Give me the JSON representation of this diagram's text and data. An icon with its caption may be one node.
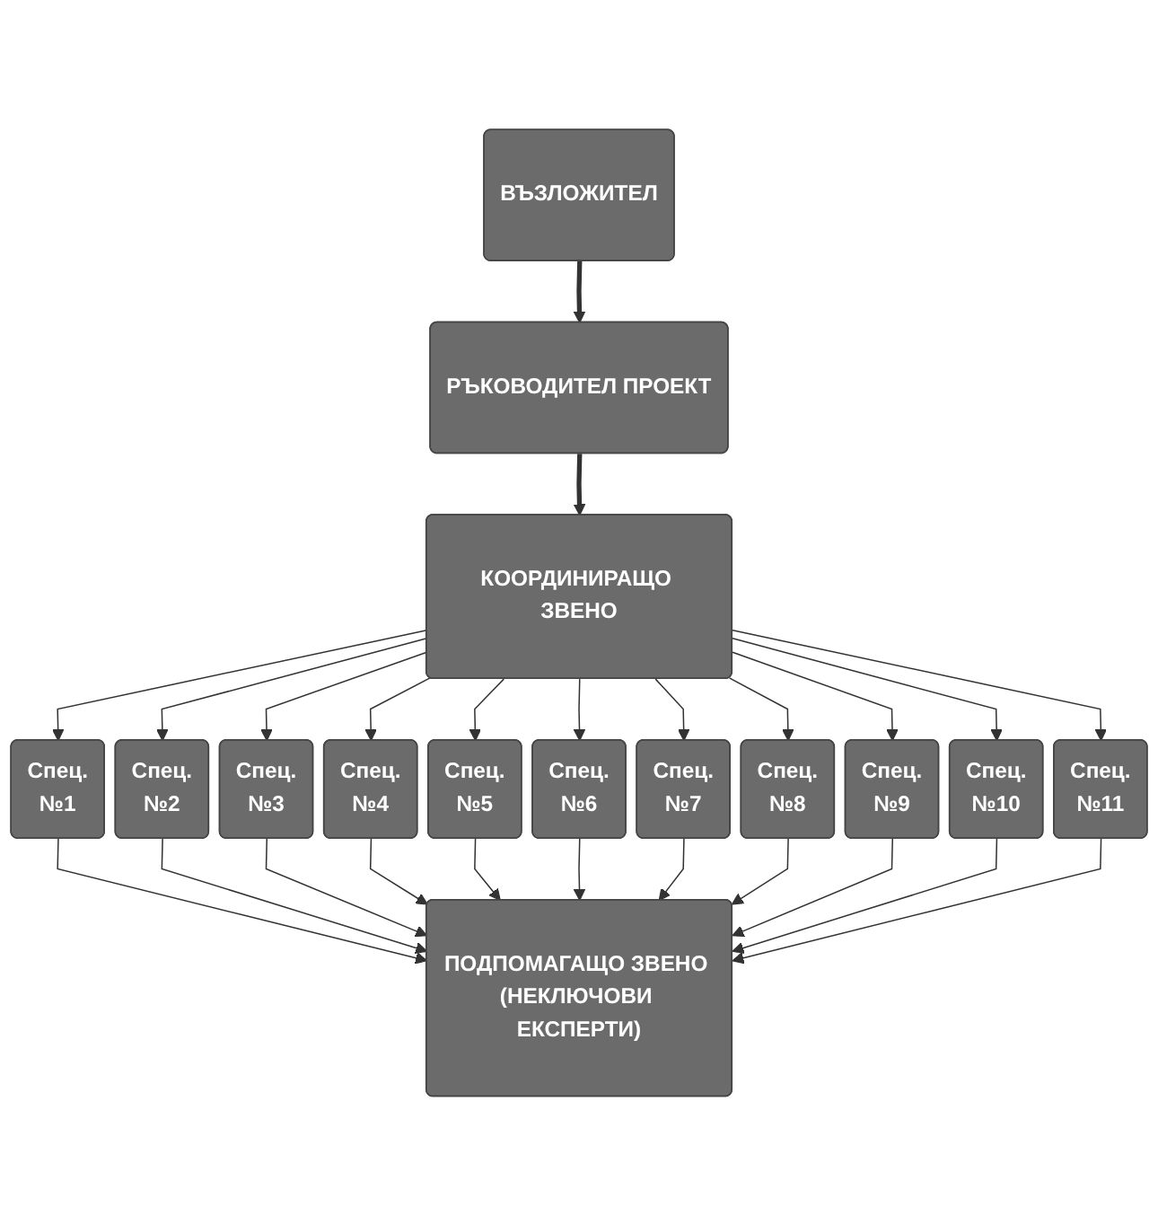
{
  "diagram": {
    "nodes": [
      {
        "text": [
          "ВЪЗЛОЖИТЕЛ"
        ]
      },
      {
        "text": [
          "РЪКОВОДИТЕЛ ПРОЕКТ"
        ]
      },
      {
        "text": [
          "КООРДИНИРАЩО ЗВЕНО"
        ]
      },
      {
        "text": [
          "Спец.",
          "№1"
        ]
      },
      {
        "text": [
          "Спец.",
          "№2"
        ]
      },
      {
        "text": [
          "Спец.",
          "№3"
        ]
      },
      {
        "text": [
          "Спец.",
          "№4"
        ]
      },
      {
        "text": [
          "Спец.",
          "№5"
        ]
      },
      {
        "text": [
          "Спец.",
          "№6"
        ]
      },
      {
        "text": [
          "Спец.",
          "№7"
        ]
      },
      {
        "text": [
          "Спец.",
          "№8"
        ]
      },
      {
        "text": [
          "Спец.",
          "№9"
        ]
      },
      {
        "text": [
          "Спец.",
          "№10"
        ]
      },
      {
        "text": [
          "Спец.",
          "№11"
        ]
      },
      {
        "text": [
          "ПОДПОМАГАЩО ЗВЕНО (НЕКЛЮЧОВИ ЕКСПЕРТИ)"
        ]
      }
    ],
    "edges": [
      {
        "from": 0,
        "to": 1,
        "arrow": "to",
        "style": "thick"
      },
      {
        "from": 1,
        "to": 2,
        "arrow": "to",
        "style": "thick"
      },
      {
        "from": 2,
        "to": 3,
        "arrow": "to"
      },
      {
        "from": 2,
        "to": 4,
        "arrow": "to"
      },
      {
        "from": 2,
        "to": 5,
        "arrow": "to"
      },
      {
        "from": 2,
        "to": 6,
        "arrow": "to"
      },
      {
        "from": 2,
        "to": 7,
        "arrow": "to"
      },
      {
        "from": 2,
        "to": 8,
        "arrow": "to"
      },
      {
        "from": 2,
        "to": 9,
        "arrow": "to"
      },
      {
        "from": 2,
        "to": 10,
        "arrow": "to"
      },
      {
        "from": 2,
        "to": 11,
        "arrow": "to"
      },
      {
        "from": 2,
        "to": 12,
        "arrow": "to"
      },
      {
        "from": 2,
        "to": 13,
        "arrow": "to"
      },
      {
        "from": 3,
        "to": 14,
        "arrow": "to"
      },
      {
        "from": 4,
        "to": 14,
        "arrow": "to"
      },
      {
        "from": 5,
        "to": 14,
        "arrow": "to"
      },
      {
        "from": 6,
        "to": 14,
        "arrow": "to"
      },
      {
        "from": 7,
        "to": 14,
        "arrow": "to"
      },
      {
        "from": 8,
        "to": 14,
        "arrow": "to"
      },
      {
        "from": 9,
        "to": 14,
        "arrow": "to"
      },
      {
        "from": 10,
        "to": 14,
        "arrow": "to"
      },
      {
        "from": 11,
        "to": 14,
        "arrow": "to"
      },
      {
        "from": 12,
        "to": 14,
        "arrow": "to"
      },
      {
        "from": 13,
        "to": 14,
        "arrow": "to"
      }
    ]
  }
}
